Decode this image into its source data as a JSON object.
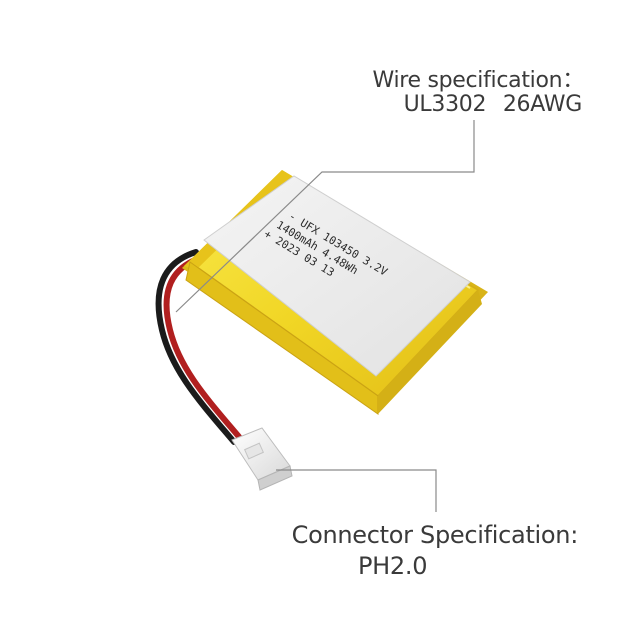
{
  "callouts": {
    "wire": {
      "title": "Wire specification：",
      "value": "UL3302   26AWG"
    },
    "connector": {
      "title": "Connector Specification:",
      "value": "PH2.0"
    }
  },
  "battery_label": {
    "line1": "- UFX 103450 3.2V",
    "line2": "1400mAh 4.48Wh",
    "line3": "+ 2023 03 13"
  },
  "colors": {
    "battery_body": "#f2dc2a",
    "battery_edge": "#d9b51c",
    "label": "#ececec",
    "wire_red": "#b11f1f",
    "wire_black": "#1b1b1b",
    "connector": "#f4f4f4",
    "callout_line": "#8a8a8a",
    "text": "#3a3a3a"
  }
}
